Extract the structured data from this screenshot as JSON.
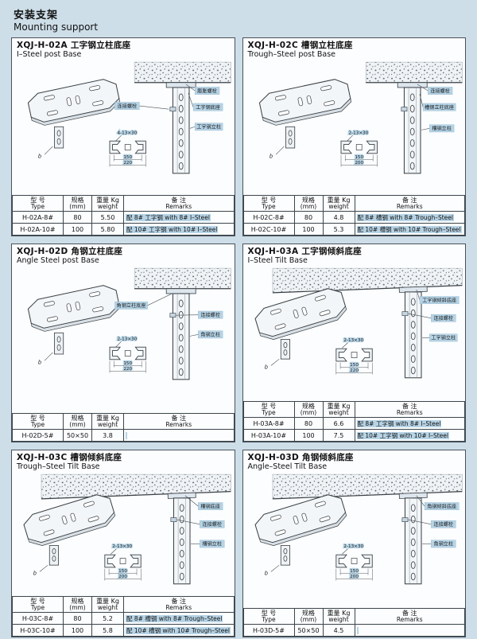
{
  "page": {
    "title_cn": "安装支架",
    "title_en": "Mounting support"
  },
  "table_headers": {
    "type_cn": "型  号",
    "type_en": "Type",
    "spec_cn": "规格",
    "spec_en": "(mm)",
    "weight_cn": "重量 Kg",
    "weight_en": "weight",
    "remarks_cn": "备  注",
    "remarks_en": "Remarks"
  },
  "panels": [
    {
      "title_cn": "XQJ-H-02A 工字钢立柱底座",
      "title_en": "Ⅰ–Steel post Base",
      "drawing": {
        "anchor_label": "膨胀螺栓",
        "base_label": "工字钢底座",
        "bolt_label": "连接螺栓",
        "post_label": "工字钢立柱",
        "holes": "4-13×30",
        "dim_inner": "150",
        "dim_outer": "220",
        "dim_b": "b"
      },
      "rows": [
        {
          "type": "H-02A-8#",
          "spec": "80",
          "weight": "5.50",
          "remarks": "配 8# 工字钢 with 8# Ⅰ–Steel"
        },
        {
          "type": "H-02A-10#",
          "spec": "100",
          "weight": "5.80",
          "remarks": "配 10# 工字钢 with 10# Ⅰ–Steel"
        }
      ]
    },
    {
      "title_cn": "XQJ-H-02C 槽钢立柱底座",
      "title_en": "Trough–Steel post Base",
      "drawing": {
        "base_label": "槽钢立柱底座",
        "bolt_label": "连接螺栓",
        "post_label": "槽钢立柱",
        "holes": "2-13×30",
        "dim_inner": "150",
        "dim_outer": "200",
        "dim_b": "b"
      },
      "rows": [
        {
          "type": "H-02C-8#",
          "spec": "80",
          "weight": "4.8",
          "remarks": "配 8# 槽钢 with 8# Trough–Steel"
        },
        {
          "type": "H-02C-10#",
          "spec": "100",
          "weight": "5.3",
          "remarks": "配 10# 槽钢 with 10# Trough–Steel"
        }
      ]
    },
    {
      "title_cn": "XQJ-H-02D 角钢立柱底座",
      "title_en": "Angle Steel post Base",
      "drawing": {
        "base_label": "角钢立柱底座",
        "bolt_label": "连接螺栓",
        "post_label": "角钢立柱",
        "holes": "2-13×30",
        "dim_inner": "150",
        "dim_outer": "220",
        "dim_b": "b"
      },
      "rows": [
        {
          "type": "H-02D-5#",
          "spec": "50×50",
          "weight": "3.8",
          "remarks": ""
        }
      ]
    },
    {
      "title_cn": "XQJ-H-03A 工字钢倾斜底座",
      "title_en": "Ⅰ–Steel Tilt Base",
      "drawing": {
        "base_label": "工字钢倾斜底座",
        "bolt_label": "连接螺栓",
        "post_label": "工字钢立柱",
        "holes": "2-13×30",
        "dim_inner": "150",
        "dim_outer": "220",
        "dim_b": "b"
      },
      "rows": [
        {
          "type": "H-03A-8#",
          "spec": "80",
          "weight": "6.6",
          "remarks": "配 8# 工字钢 with 8# Ⅰ–Steel"
        },
        {
          "type": "H-03A-10#",
          "spec": "100",
          "weight": "7.5",
          "remarks": "配 10# 工字钢 with 10# Ⅰ–Steel"
        }
      ]
    },
    {
      "title_cn": "XQJ-H-03C 槽钢倾斜底座",
      "title_en": "Trough–Steel Tilt Base",
      "drawing": {
        "base_label": "槽钢底座",
        "bolt_label": "连接螺栓",
        "post_label": "槽钢立柱",
        "holes": "2-13×30",
        "dim_inner": "150",
        "dim_outer": "200",
        "dim_b": "b"
      },
      "rows": [
        {
          "type": "H-03C-8#",
          "spec": "80",
          "weight": "5.2",
          "remarks": "配 8# 槽钢 with 8# Trough–Steel"
        },
        {
          "type": "H-03C-10#",
          "spec": "100",
          "weight": "5.8",
          "remarks": "配 10# 槽钢 with 10# Trough–Steel"
        }
      ]
    },
    {
      "title_cn": "XQJ-H-03D 角钢倾斜底座",
      "title_en": "Angle–Steel Tilt Base",
      "drawing": {
        "base_label": "角钢倾斜底座",
        "bolt_label": "连接螺栓",
        "post_label": "角钢立柱",
        "holes": "2-13×30",
        "dim_inner": "150",
        "dim_outer": "200",
        "dim_b": "b"
      },
      "rows": [
        {
          "type": "H-03D-5#",
          "spec": "50×50",
          "weight": "4.5",
          "remarks": ""
        }
      ]
    }
  ]
}
